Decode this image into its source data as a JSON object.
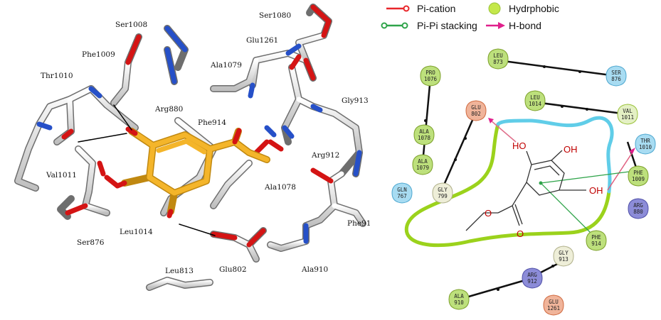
{
  "legend": {
    "pi_cation": "Pi-cation",
    "pi_pi": "Pi-Pi stacking",
    "hydrophobic": "Hydrphobic",
    "hbond": "H-bond",
    "colors": {
      "pi_cation": "#e8262a",
      "pi_pi": "#2fa44a",
      "hydrophobic": "#b6e03a",
      "hbond": "#e0208c"
    }
  },
  "labels_3d": {
    "ser1008": "Ser1008",
    "phe1009": "Phe1009",
    "thr1010": "Thr1010",
    "arg880": "Arg880",
    "ser1080": "Ser1080",
    "glu1261": "Glu1261",
    "ala1079": "Ala1079",
    "gly913": "Gly913",
    "phe914": "Phe914",
    "arg912": "Arg912",
    "val1011": "Val1011",
    "ala1078": "Ala1078",
    "leu1014": "Leu1014",
    "ser876": "Ser876",
    "phe91": "Phe91",
    "leu813": "Leu813",
    "glu802": "Glu802",
    "ala910": "Ala910"
  },
  "residues_2d": {
    "leu873": [
      "LEU",
      "873"
    ],
    "ser876": [
      "SER",
      "876"
    ],
    "pro1076": [
      "PRO",
      "1076"
    ],
    "leu1014": [
      "LEU",
      "1014"
    ],
    "glu802": [
      "GLU",
      "802"
    ],
    "val1011": [
      "VAL",
      "1011"
    ],
    "ala1078": [
      "ALA",
      "1078"
    ],
    "thr1010": [
      "THR",
      "1010"
    ],
    "ala1079": [
      "ALA",
      "1079"
    ],
    "phe1009": [
      "PHE",
      "1009"
    ],
    "gln767": [
      "GLN",
      "767"
    ],
    "gly799": [
      "GLY",
      "799"
    ],
    "arg880": [
      "ARG",
      "880"
    ],
    "phe914": [
      "PHE",
      "914"
    ],
    "gly913": [
      "GLY",
      "913"
    ],
    "arg912": [
      "ARG",
      "912"
    ],
    "ala910": [
      "ALA",
      "910"
    ],
    "glu1261": [
      "GLU",
      "1261"
    ]
  },
  "atoms": {
    "oh1": "HO",
    "oh2": "OH",
    "oh3": "OH",
    "o_carbonyl": "O",
    "o_ester": "O"
  }
}
